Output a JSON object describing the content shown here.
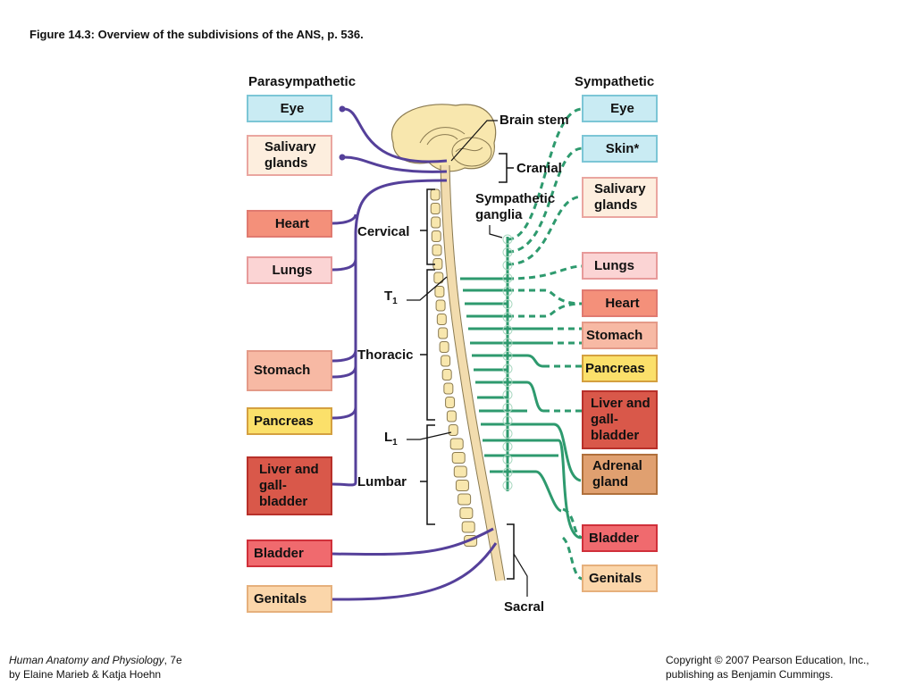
{
  "title": "Figure 14.3:  Overview of the subdivisions of the ANS, p. 536.",
  "headers": {
    "parasympathetic": "Parasympathetic",
    "sympathetic": "Sympathetic"
  },
  "parasympathetic_targets": [
    {
      "label": "Eye",
      "color": "#c9ebf3",
      "border": "#7cc6d6"
    },
    {
      "label": "Salivary glands",
      "color": "#fdeede",
      "border": "#eaa6a0"
    },
    {
      "label": "Heart",
      "color": "#f4907a",
      "border": "#e07a70"
    },
    {
      "label": "Lungs",
      "color": "#fbd4d4",
      "border": "#e79a9a"
    },
    {
      "label": "Stomach",
      "color": "#f7b9a4",
      "border": "#e49a88"
    },
    {
      "label": "Pancreas",
      "color": "#fbe06a",
      "border": "#d4a040"
    },
    {
      "label": "Liver and gall- bladder",
      "color": "#d9584a",
      "border": "#b8302a"
    },
    {
      "label": "Bladder",
      "color": "#f06a6e",
      "border": "#d0303a"
    },
    {
      "label": "Genitals",
      "color": "#fbd6aa",
      "border": "#e6b07c"
    }
  ],
  "sympathetic_targets": [
    {
      "label": "Eye",
      "color": "#c9ebf3",
      "border": "#7cc6d6"
    },
    {
      "label": "Skin*",
      "color": "#c9ebf3",
      "border": "#7cc6d6"
    },
    {
      "label": "Salivary glands",
      "color": "#fdeede",
      "border": "#eaa6a0"
    },
    {
      "label": "Lungs",
      "color": "#fbd4d4",
      "border": "#e79a9a"
    },
    {
      "label": "Heart",
      "color": "#f4907a",
      "border": "#e07a70"
    },
    {
      "label": "Stomach",
      "color": "#f7b9a4",
      "border": "#e49a88"
    },
    {
      "label": "Pancreas",
      "color": "#fbe06a",
      "border": "#d4a040"
    },
    {
      "label": "Liver and gall- bladder",
      "color": "#d9584a",
      "border": "#b8302a"
    },
    {
      "label": "Adrenal gland",
      "color": "#e0a070",
      "border": "#b0703c"
    },
    {
      "label": "Bladder",
      "color": "#f06a6e",
      "border": "#d0303a"
    },
    {
      "label": "Genitals",
      "color": "#fbd6aa",
      "border": "#e6b07c"
    }
  ],
  "labels": {
    "brain_stem": "Brain stem",
    "cranial": "Cranial",
    "sympathetic_ganglia": "Sympathetic ganglia",
    "cervical": "Cervical",
    "t1": "T",
    "t1_sub": "1",
    "thoracic": "Thoracic",
    "l1": "L",
    "l1_sub": "1",
    "lumbar": "Lumbar",
    "sacral": "Sacral"
  },
  "colors": {
    "parasympathetic": "#55409a",
    "sympathetic": "#2e9a6e",
    "bone": "#f8e7ae",
    "bone_outline": "#8a7a50"
  },
  "footer": {
    "book_title": "Human Anatomy and Physiology",
    "edition": ", 7e",
    "authors": "by Elaine Marieb & Katja Hoehn",
    "copyright": "Copyright © 2007 Pearson Education, Inc.,",
    "publisher": "publishing as Benjamin Cummings."
  }
}
